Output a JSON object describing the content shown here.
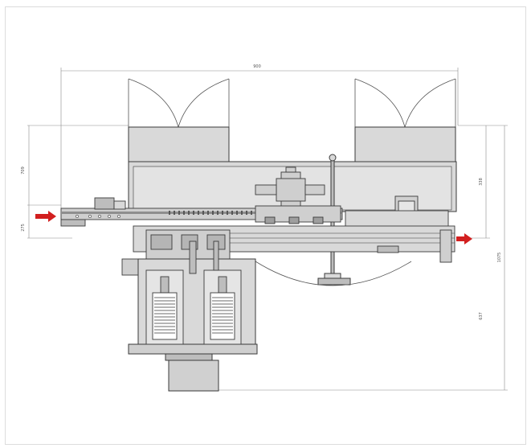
{
  "drawing": {
    "colors": {
      "line": "#3a3a3a",
      "fill_light": "#d9d9d9",
      "fill_mid": "#bdbdbd",
      "fill_dark": "#8e8e8e",
      "arrow": "#d21f1f"
    },
    "dimensions": {
      "overall_width": "900",
      "upper_height": "709",
      "inlet_height": "275",
      "right_upper": "338",
      "total_height": "1075",
      "lower_height": "637"
    },
    "arrows": {
      "inlet_direction": "right",
      "outlet_direction": "right"
    }
  }
}
